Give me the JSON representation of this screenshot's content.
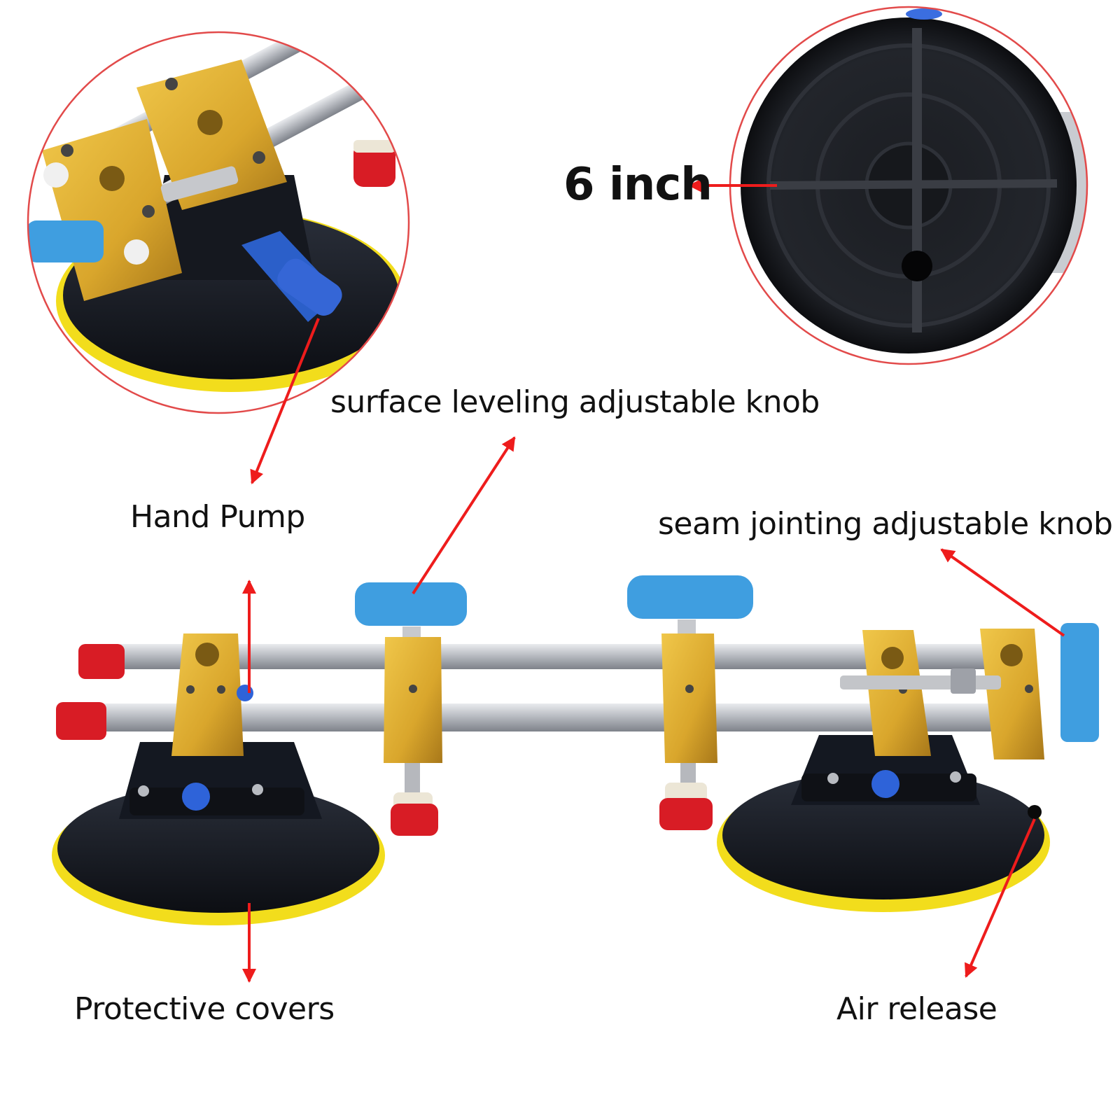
{
  "labels": {
    "six_inch": "6 inch",
    "surface_leveling": "surface leveling adjustable knob",
    "hand_pump": "Hand Pump",
    "seam_jointing": "seam jointing adjustable knob",
    "protective_covers": "Protective covers",
    "air_release": "Air release"
  },
  "colors": {
    "arrow": "#ee1c1c",
    "callout_ring": "#e24a4a",
    "anodized_gold": "#d9a62c",
    "knob_blue": "#3f9ee0",
    "cap_red": "#d81c25",
    "pad_yellow": "#f2dd1c",
    "pad_black": "#141821",
    "rod_silver": "#b9bcc2"
  },
  "icons": [
    "red-arrow-icon"
  ]
}
